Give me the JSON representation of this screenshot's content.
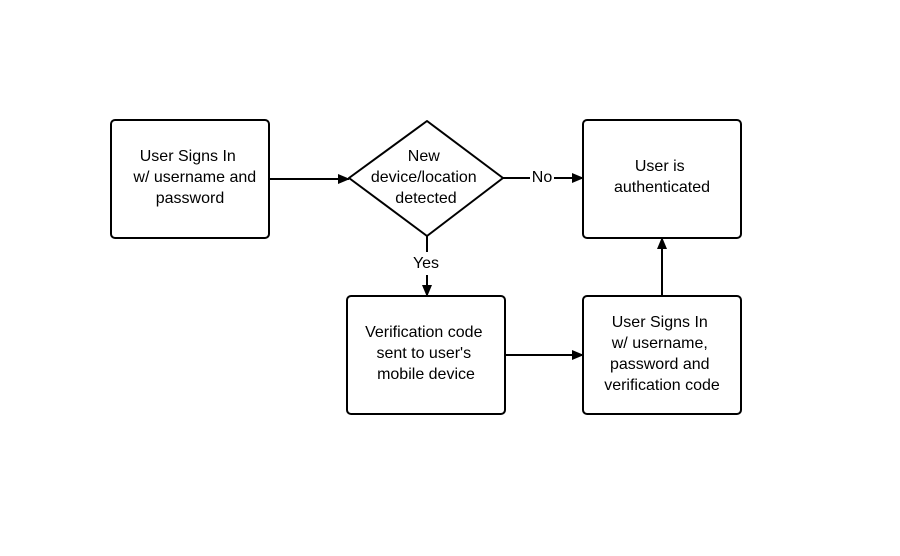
{
  "diagram": {
    "nodes": {
      "sign_in": {
        "shape": "box",
        "lines": [
          "User Signs In",
          "w/ username and",
          "password"
        ]
      },
      "decision": {
        "shape": "diamond",
        "lines": [
          "New",
          "device/location",
          "detected"
        ]
      },
      "authenticated": {
        "shape": "box",
        "lines": [
          "User is",
          "authenticated"
        ]
      },
      "verification": {
        "shape": "box",
        "lines": [
          "Verification code",
          "sent to user's",
          "mobile device"
        ]
      },
      "sign_in_code": {
        "shape": "box",
        "lines": [
          "User Signs In",
          "w/ username,",
          "password and",
          "verification code"
        ]
      }
    },
    "edges": [
      {
        "from": "sign_in",
        "to": "decision",
        "label": ""
      },
      {
        "from": "decision",
        "to": "authenticated",
        "label": "No"
      },
      {
        "from": "decision",
        "to": "verification",
        "label": "Yes"
      },
      {
        "from": "verification",
        "to": "sign_in_code",
        "label": ""
      },
      {
        "from": "sign_in_code",
        "to": "authenticated",
        "label": ""
      }
    ],
    "colors": {
      "stroke": "#000000",
      "fill": "#ffffff",
      "text": "#000000"
    }
  }
}
